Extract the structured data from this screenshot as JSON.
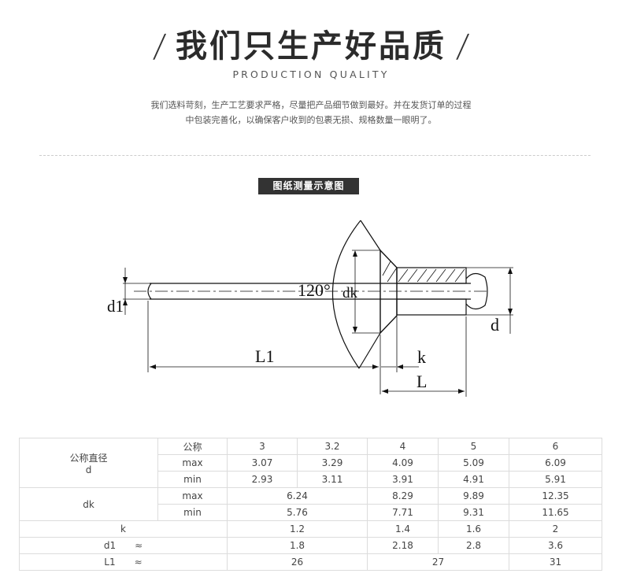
{
  "header": {
    "slash_left": "/",
    "title": "我们只生产好品质",
    "slash_right": "/",
    "subtitle": "PRODUCTION QUALITY"
  },
  "intro": {
    "line1": "我们选料苛刻，生产工艺要求严格，尽量把产品细节做到最好。并在发货订单的过程",
    "line2": "中包装完善化，以确保客户收到的包裹无损、规格数量一眼明了。"
  },
  "badge": {
    "label": "图纸测量示意图"
  },
  "drawing": {
    "angle": "120°",
    "dk": "dk",
    "d1": "d1",
    "d": "d",
    "l1": "L1",
    "k": "k",
    "l": "L"
  },
  "table": {
    "group_d": {
      "label1": "公称直径",
      "label2": "d"
    },
    "nominal_label": "公称",
    "max_label": "max",
    "min_label": "min",
    "nominal": [
      "3",
      "3.2",
      "4",
      "5",
      "6"
    ],
    "d_max": [
      "3.07",
      "3.29",
      "4.09",
      "5.09",
      "6.09"
    ],
    "d_min": [
      "2.93",
      "3.11",
      "3.91",
      "4.91",
      "5.91"
    ],
    "dk_label": "dk",
    "dk_max": [
      "6.24",
      "8.29",
      "9.89",
      "12.35"
    ],
    "dk_min": [
      "5.76",
      "7.71",
      "9.31",
      "11.65"
    ],
    "k_label": "k",
    "k": [
      "1.2",
      "1.4",
      "1.6",
      "2"
    ],
    "d1_label": "d1",
    "d1": [
      "1.8",
      "2.18",
      "2.8",
      "3.6"
    ],
    "l1_label": "L1",
    "l1": [
      "26",
      "27",
      "31"
    ],
    "approx": "≈"
  }
}
